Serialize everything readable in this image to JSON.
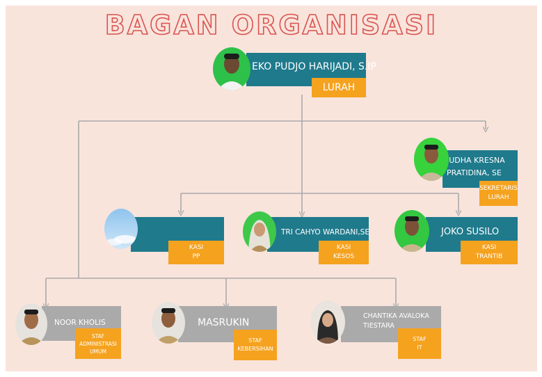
{
  "title": "BAGAN ORGANISASI",
  "colors": {
    "background": "#f9e4dc",
    "teal": "#1f7a8c",
    "gray": "#aaaaaa",
    "orange": "#f5a21f",
    "connector": "#a9a9a9",
    "title_outline": "#d9534f"
  },
  "lurah": {
    "name": "EKO PUDJO HARIJADI, S.IP",
    "role": "LURAH",
    "photo": "person-photo"
  },
  "sekretaris": {
    "name_line1": "JUDHA KRESNA",
    "name_line2": "PRATIDINA, SE",
    "role_line1": "SEKRETARIS",
    "role_line2": "LURAH",
    "photo": "person-photo"
  },
  "kasi_pp": {
    "name": "",
    "role_line1": "KASI",
    "role_line2": "PP",
    "photo": "sky-photo"
  },
  "kasi_kesos": {
    "name": "TRI CAHYO WARDANI,SE",
    "role_line1": "KASI",
    "role_line2": "KESOS",
    "photo": "person-photo"
  },
  "kasi_trantib": {
    "name": "JOKO SUSILO",
    "role_line1": "KASI",
    "role_line2": "TRANTIB",
    "photo": "person-photo"
  },
  "staf_umum": {
    "name": "NOOR KHOLIS",
    "role_line1": "STAF",
    "role_line2": "ADMINISTRASI",
    "role_line3": "UMUM",
    "photo": "person-photo"
  },
  "staf_kebersihan": {
    "name": "MASRUKIN",
    "role_line1": "STAF",
    "role_line2": "KEBERSIHAN",
    "photo": "person-photo"
  },
  "staf_it": {
    "name_line1": "CHANTIKA AVALOKA",
    "name_line2": "TIESTARA",
    "role_line1": "STAF",
    "role_line2": "IT",
    "photo": "person-photo"
  }
}
